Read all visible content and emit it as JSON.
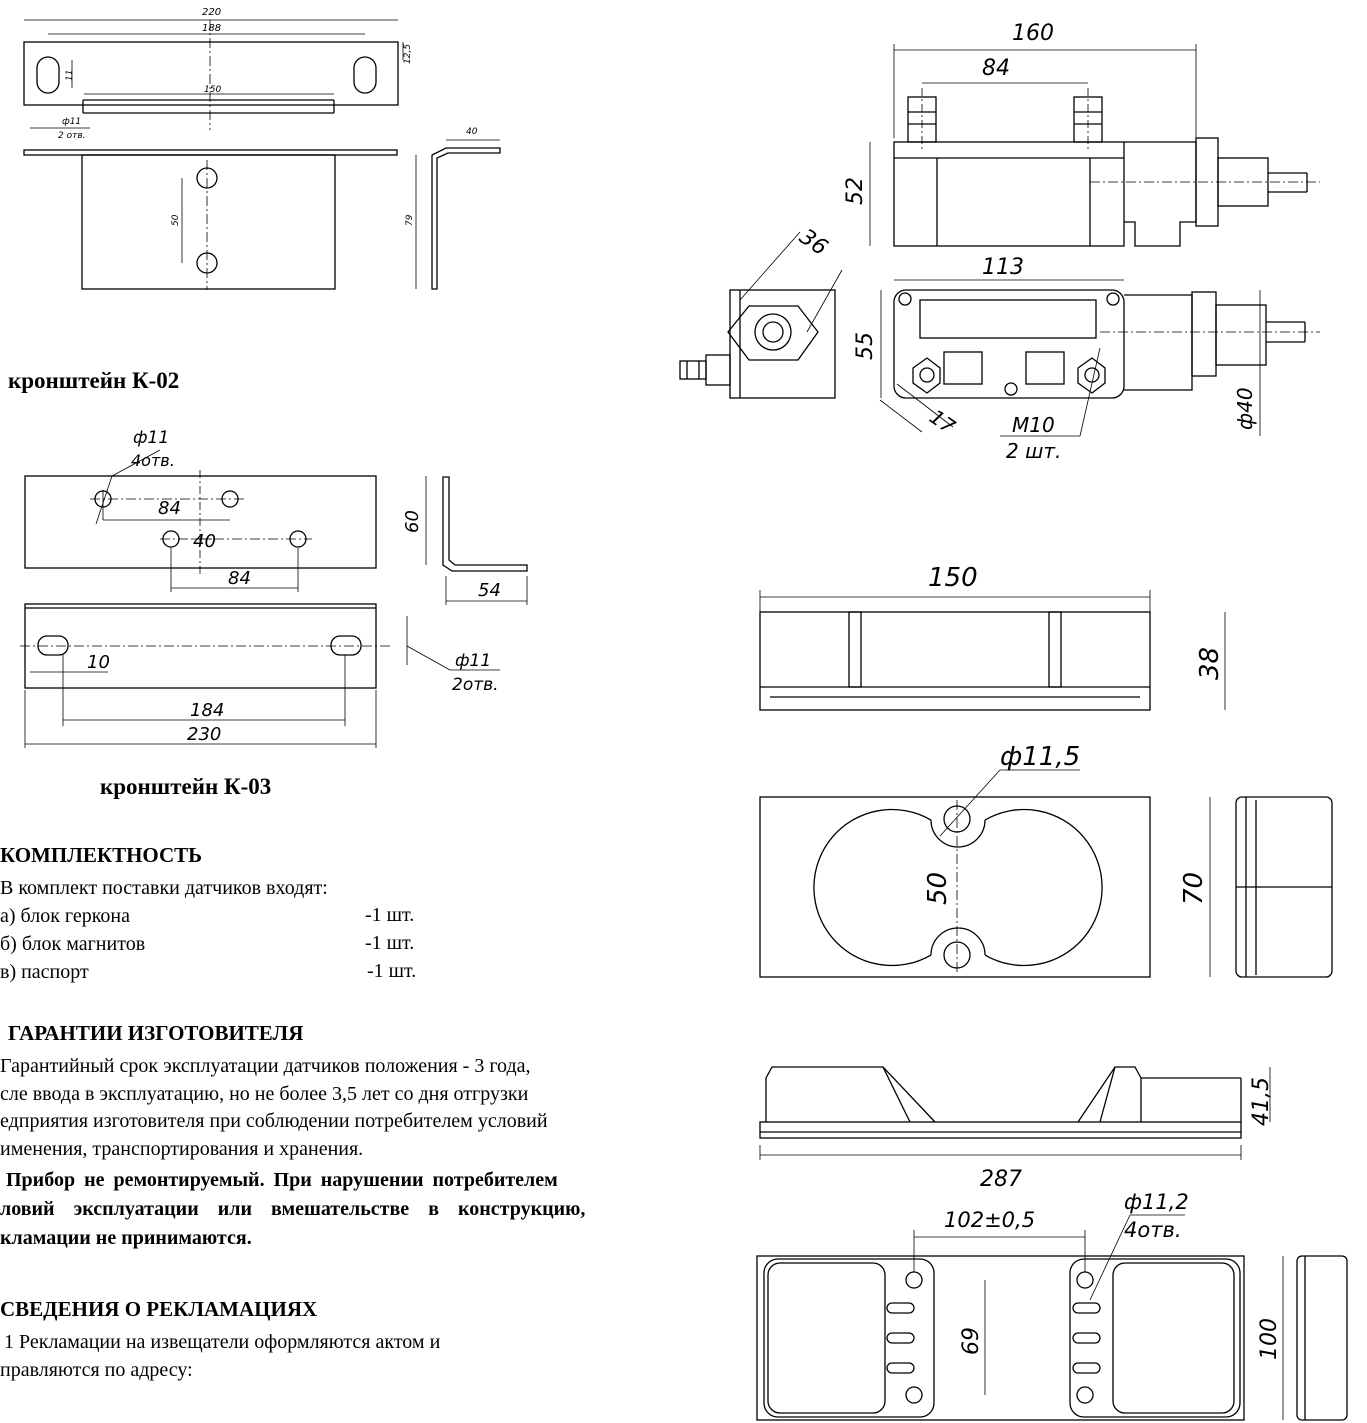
{
  "drawing_k01": {
    "d220": "220",
    "d188": "188",
    "d12_5": "12,5",
    "d11": "11",
    "d150": "150",
    "d11b": "ф11",
    "d2otv": "2 отв.",
    "d40": "40",
    "d50": "50",
    "d79": "79"
  },
  "caption_k02": "кронштейн К-02",
  "drawing_k02": {
    "phi11": "ф11",
    "holes4": "4отв.",
    "d84a": "84",
    "d40": "40",
    "d84b": "84",
    "d60": "60",
    "d54": "54",
    "d10": "10",
    "phi11b": "ф11",
    "holes2": "2отв.",
    "d184": "184",
    "d230": "230"
  },
  "caption_k03": "кронштейн К-03",
  "drawing_sensor": {
    "d160": "160",
    "d84": "84",
    "d52": "52",
    "d36": "36",
    "d113": "113",
    "d55": "55",
    "d17": "17",
    "m10": "M10",
    "m10qty": "2 шт.",
    "phi40": "ф40"
  },
  "drawing_magnet": {
    "d150": "150",
    "d38": "38",
    "phi11_5": "ф11,5",
    "d50": "50",
    "d70": "70"
  },
  "drawing_bracket": {
    "d41_5": "41,5",
    "d287": "287",
    "d102": "102±0,5",
    "phi11_2": "ф11,2",
    "holes4": "4отв.",
    "d69": "69",
    "d100": "100"
  },
  "section_completeness": {
    "heading": "КОМПЛЕКТНОСТЬ",
    "intro": "В комплект поставки датчиков входят:",
    "items": [
      {
        "label": "а) блок геркона",
        "qty": "-1 шт."
      },
      {
        "label": "б) блок магнитов",
        "qty": "-1 шт."
      },
      {
        "label": "в) паспорт",
        "qty": "-1 шт."
      }
    ]
  },
  "section_warranty": {
    "heading": "ГАРАНТИИ ИЗГОТОВИТЕЛЯ",
    "lines": [
      "Гарантийный срок эксплуатации датчиков положения - 3 года,",
      "сле ввода в эксплуатацию, но не более 3,5 лет со дня отгрузки",
      "едприятия изготовителя при соблюдении потребителем условий",
      "именения, транспортирования и хранения."
    ],
    "bold_lines": [
      "Прибор не ремонтируемый. При нарушении потребителем",
      "ловий эксплуатации или вмешательстве в конструкцию,",
      "кламации не принимаются."
    ]
  },
  "section_claims": {
    "heading": "СВЕДЕНИЯ О РЕКЛАМАЦИЯХ",
    "lines": [
      "1 Рекламации на извещатели оформляются актом и",
      "правляются по адресу:"
    ]
  }
}
